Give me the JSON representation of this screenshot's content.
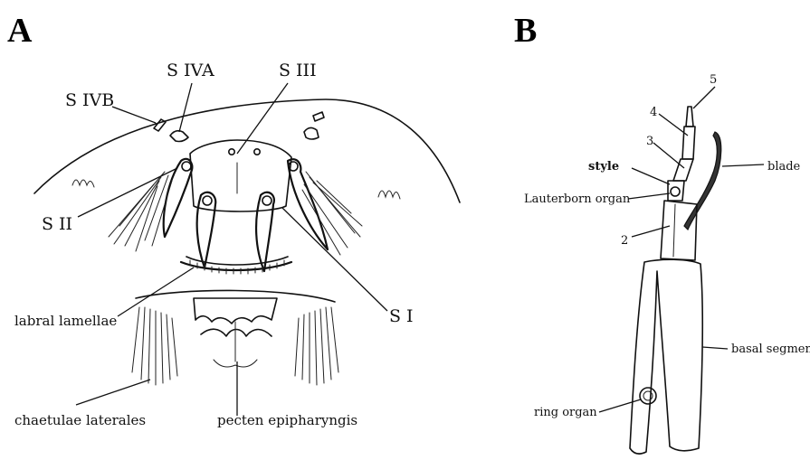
{
  "panel_a": {
    "letter": "A",
    "labels": {
      "s_iva": "S IVA",
      "s_iii": "S III",
      "s_ivb": "S IVB",
      "s_ii": "S II",
      "s_i": "S I",
      "labral_lamellae": "labral lamellae",
      "chaetulae_laterales": "chaetulae laterales",
      "pecten_epipharyngis": "pecten epipharyngis"
    }
  },
  "panel_b": {
    "letter": "B",
    "labels": {
      "n5": "5",
      "n4": "4",
      "n3": "3",
      "style": "style",
      "blade": "blade",
      "lauterborn_organ": "Lauterborn organ",
      "n2": "2",
      "basal_segment": "basal segment",
      "ring_organ": "ring organ"
    }
  }
}
